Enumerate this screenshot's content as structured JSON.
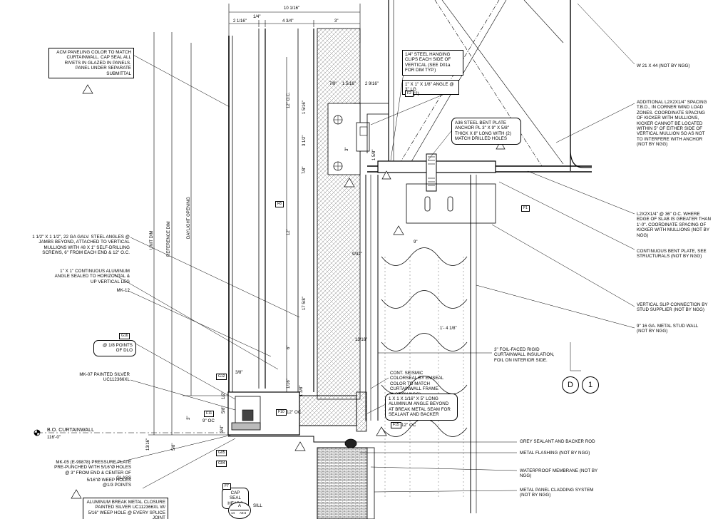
{
  "dimensions": {
    "overall": "10 1/16\"",
    "d1": "2 1/16\"",
    "d1b": "1/4\"",
    "d2": "4 3/4\"",
    "d3": "3\"",
    "clip_a": "7/8\"",
    "clip_b": "1 5/16\"",
    "clip_c": "2 9/16\"",
    "v_12oc": "12\" O.C.",
    "v_1516": "1 5/16\"",
    "v_312": "3 1/2\"",
    "v_78": "7/8\"",
    "v_3": "3\"",
    "v_78b": "7/8\"",
    "v_12": "12\"",
    "v_1758": "17 5/8\"",
    "v_6": "6\"",
    "v_158": "1 5/8\"",
    "v_116": "1/16\"",
    "v_1516b": "1 5/16\"",
    "plate_9": "9\"",
    "d_932": "9/32\"",
    "d_1418": "1'- 4 1/8\"",
    "d_1316": "13/16\"",
    "d_38": "3/8\"",
    "d_12": "1/2\"",
    "d_58": "5/8\"",
    "d_3b": "3\"",
    "d_34": "3/4\"",
    "d_1316b": "13/16\"",
    "d_58b": "5/8\"",
    "d_138": "1 3/8\""
  },
  "vertical_labels": {
    "unit_dim": "UNIT DIM",
    "reference_dim": "REFERENCE DIM",
    "daylight_opening": "DAYLIGHT OPENING"
  },
  "notes_left": {
    "acm": "ACM PANELING COLOR TO MATCH CURTAINWALL. CAP SEAL ALL RIVETS IN GLAZED IN PANELS. PANEL UNDER SEPARATE SUBMITTAL",
    "galv_angles": "1 1/2\" X 1 1/2\", 22 GA GALV. STEEL ANGLES @ JAMBS BEYOND, ATTACHED TO VERTICAL MULLIONS WITH #8 X 1\" SELF-DRILLING SCREWS, 6\" FROM EACH END & 12\" O.C.",
    "alum_angle": "1\" X 1\" CONTINUOUS ALUMINUM ANGLE SEALED TO HORIZONTAL & UP VERTICAL LEG",
    "mk12": "MK-12",
    "dlo": "@ 1/8 POINTS OF DLO",
    "mk07": "MK-07 PAINTED SILVER UC112366XL",
    "bo_cw": "B.O. CURTAINWALL",
    "bo_cw_elev": "116'-0\"",
    "mk05": "MK-05 (E-99878) PRESSURE PLATE PRE-PUNCHED WITH 5/16\"Ø HOLES @ 3\" FROM END & CENTER OF GLASS",
    "weep": "5/16\"Ø WEEP HOLES @1/3 POINTS",
    "closure": "ALUMINUM BREAK METAL CLOSURE PAINTED SILVER UC112366XL W/ 5/16\" WEEP HOLE @ EVERY SPLICE JOINT"
  },
  "notes_center": {
    "hanging_clips": "1/4\" STEEL HANGING CLIPS EACH SIDE OF VERTICAL (SEE D01a FOR DIM TYP.)",
    "angle_3lg": "1\" X 1\" X 1/8\" ANGLE @ 3\" LG",
    "bent_plate": "A36 STEEL BENT PLATE ANCHOR PL 3\" X 9\" X 5/8\" THICK X 8\" LONG WITH (2) MATCH DRILLED HOLES",
    "colorseal": "CONT. SEISMIC COLORSEAL BY EMSEAL COLOR TO MATCH CURTAINWALL FRAME (NOT BY NGG)",
    "alum_angle_5": "1 X 1 X 1/16\" X 5\" LONG ALUMINUM ANGLE BEYOND AT BREAK METAL SEAM FOR SEALANT AND BACKER",
    "cap_seal": "CAP SEAL HEADS",
    "sill": "SILL",
    "sill_num": "A",
    "sheet_a": "14",
    "sheet_b": "A8.5"
  },
  "notes_right": {
    "w21": "W 21 X 44 (NOT BY NGG)",
    "l2x2": "ADDITIONAL L2X2X1/4\" SPACING T.B.D., IN CORNER WIND LOAD ZONES. COORDINATE SPACING OF KICKER WITH MULLIONS, KICKER CANNOT BE LOCATED WITHIN 5\" OF EITHER SIDE OF VERTICAL MULLION SO AS NOT TO INTERFERE WITH ANCHOR (NOT BY NGG)",
    "l2x2_36": "L2X2X1/4\" @ 36\" O.C. WHERE EDGE OF SLAB IS GREATER THAN 1'-0\". COORDINATE SPACING OF KICKER WITH MULLIONS (NOT BY NGG)",
    "bent_plate2": "CONTINUOUS BENT PLATE, SEE STRUCTURALS (NOT BY NGG)",
    "slip": "VERTICAL SLIP CONNECTION BY STUD SUPPLIER (NOT BY NGG)",
    "stud": "9\" 16 GA. METAL STUD WALL (NOT BY NGG)",
    "insulation": "3\" FOIL-FACED RIGID CURTAINWALL INSULATION, FOIL ON INTERIOR SIDE.",
    "sealant": "GREY SEALANT AND BACKER ROD",
    "flashing": "METAL FLASHING (NOT BY NGG)",
    "membrane": "WATERPROOF MEMBRANE (NOT BY NGG)",
    "cladding": "METAL PANEL CLADDING SYSTEM (NOT BY NGG)"
  },
  "tags": {
    "f8": "F8",
    "f1": "F1",
    "f2": "F2",
    "f5": "F5",
    "f10": "F10",
    "f11": "F11",
    "f15": "F15",
    "f7": "F7",
    "g16": "G16",
    "g12": "G12",
    "g05": "G05",
    "g04": "G04",
    "two": "(2)",
    "oc12": "12\" OC",
    "oc9": "9\" OC",
    "oc12b": "12\" OC",
    "tri": "1"
  },
  "detail_ref": {
    "letter": "D",
    "number": "1"
  }
}
